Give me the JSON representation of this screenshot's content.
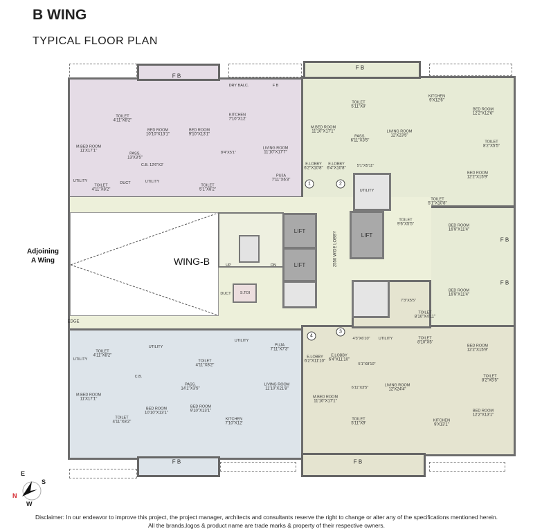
{
  "header": {
    "title": "B WING",
    "subtitle": "TYPICAL  FLOOR PLAN"
  },
  "colors": {
    "flat_top_left": "#e5dce6",
    "flat_top_right": "#e7ebd6",
    "flat_bottom_left": "#dde4ea",
    "flat_bottom_right": "#e5e4d0",
    "corridor": "#edf0da",
    "lift": "#a9a9a9",
    "wall": "#6d6d6d",
    "north": "#d4232a"
  },
  "labels": {
    "fb": "F B",
    "dry_balc": "DRY BALC.",
    "utility": "UTILITY",
    "duct": "DUCT",
    "cb": "C.B.",
    "toilet": "TOILET",
    "bed_room": "BED ROOM",
    "m_bed_room": "M.BED ROOM",
    "living_room": "LIVING ROOM",
    "kitchen": "KITCHEN",
    "pass": "PASS.",
    "puja": "PUJA",
    "e_lobby": "E.LOBBY",
    "lift": "LIFT",
    "lobby": "2550 WIDE LOBBY",
    "up": "UP",
    "dn": "DN",
    "s_toi": "S.TOI",
    "wing": "WING-B",
    "adjoining": "Adjoining",
    "adjoining2": "A Wing",
    "edge": "EDGE"
  },
  "dims": {
    "tl_toilet1": "4'11\"X8'2\"",
    "tl_bed1": "10'10\"X13'1\"",
    "tl_bed2": "9'10\"X13'1\"",
    "tl_kitchen": "7'10\"X12'",
    "tl_mbed": "11'X17'1\"",
    "tl_pass": "13'X3'5\"",
    "tl_area": "8'4\"X5'1\"",
    "tl_living": "11'10\"X17'7\"",
    "tl_cb": "C.B.  12'6\"X2'",
    "tl_toilet2": "4'11\"X8'2\"",
    "tl_toilet3": "5'1\"X8'2\"",
    "tl_puja": "7'11\"X6'3\"",
    "tl_elobby": "6'2\"X10'8\"",
    "tr_toilet1": "5'11\"X9'",
    "tr_kitchen": "9'X12'6\"",
    "tr_bed1": "12'2\"X12'6\"",
    "tr_mbed": "11'10\"X17'1\"",
    "tr_living": "12'X23'5\"",
    "tr_pass": "6'11\"X3'5\"",
    "tr_toilet2": "8'2\"X5'5\"",
    "tr_elobby": "6'4\"X10'8\"",
    "tr_area": "5'1\"X5'11\"",
    "tr_bed2": "12'2\"X15'9\"",
    "tr_toilet3": "5'1\"X10'8\"",
    "r_toilet1": "9'6\"X5'5\"",
    "r_bed1": "16'9\"X11'4\"",
    "r_bed2": "16'9\"X11'4\"",
    "r_area": "7'3\"X5'5\"",
    "r_toilet2": "8'10\"X4'11\"",
    "r_toilet3": "8'10\"X5'",
    "r_study": "4'3\"X6'10\"",
    "br_bed1": "12'2\"X15'9\"",
    "br_elobby1": "6'2\"X11'10\"",
    "br_elobby2": "6'4\"X11'10\"",
    "br_area": "5'1\"X8'10\"",
    "br_toilet1": "8'2\"X5'5\"",
    "br_pass": "6'11\"X3'5\"",
    "br_living": "12'X24'4\"",
    "br_mbed": "11'10\"X17'1\"",
    "br_toilet2": "5'11\"X9'",
    "br_kitchen": "9'X13'1\"",
    "br_bed2": "12'2\"X13'1\"",
    "bl_toilet1": "4'11\"X8'2\"",
    "bl_toilet2": "4'11\"X8'2\"",
    "bl_puja": "7'11\"X7'3\"",
    "bl_pass": "14'1\"X3'5\"",
    "bl_living": "11'10\"X21'8\"",
    "bl_mbed": "11'X17'1\"",
    "bl_bed1": "10'10\"X13'1\"",
    "bl_bed2": "9'10\"X13'1\"",
    "bl_kitchen": "7'10\"X12'",
    "bl_toilet3": "4'11\"X8'2\""
  },
  "entries": [
    "1",
    "2",
    "3",
    "4"
  ],
  "compass": {
    "e": "E",
    "s": "S",
    "n": "N",
    "w": "W"
  },
  "disclaimer": {
    "line1": "Disclaimer: In our endeavor to improve this project, the project manager, architects and consultants reserve the right to change or alter any of the specifications mentioned herein.",
    "line2": "All the brands,logos & product name are trade marks & property of their respective owners."
  }
}
